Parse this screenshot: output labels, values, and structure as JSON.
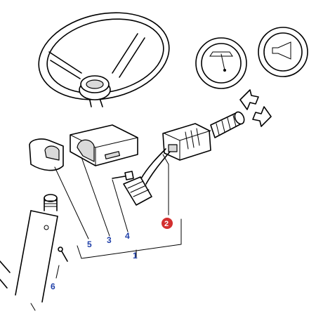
{
  "diagram": {
    "callouts": [
      {
        "id": "1",
        "highlighted": false
      },
      {
        "id": "2",
        "highlighted": true,
        "badge_color": "#d32f2f"
      },
      {
        "id": "3",
        "highlighted": false
      },
      {
        "id": "4",
        "highlighted": false
      },
      {
        "id": "5",
        "highlighted": false
      },
      {
        "id": "6",
        "highlighted": false
      }
    ],
    "callout_color": "#1f3fa8",
    "highlight_color": "#d32f2f"
  }
}
